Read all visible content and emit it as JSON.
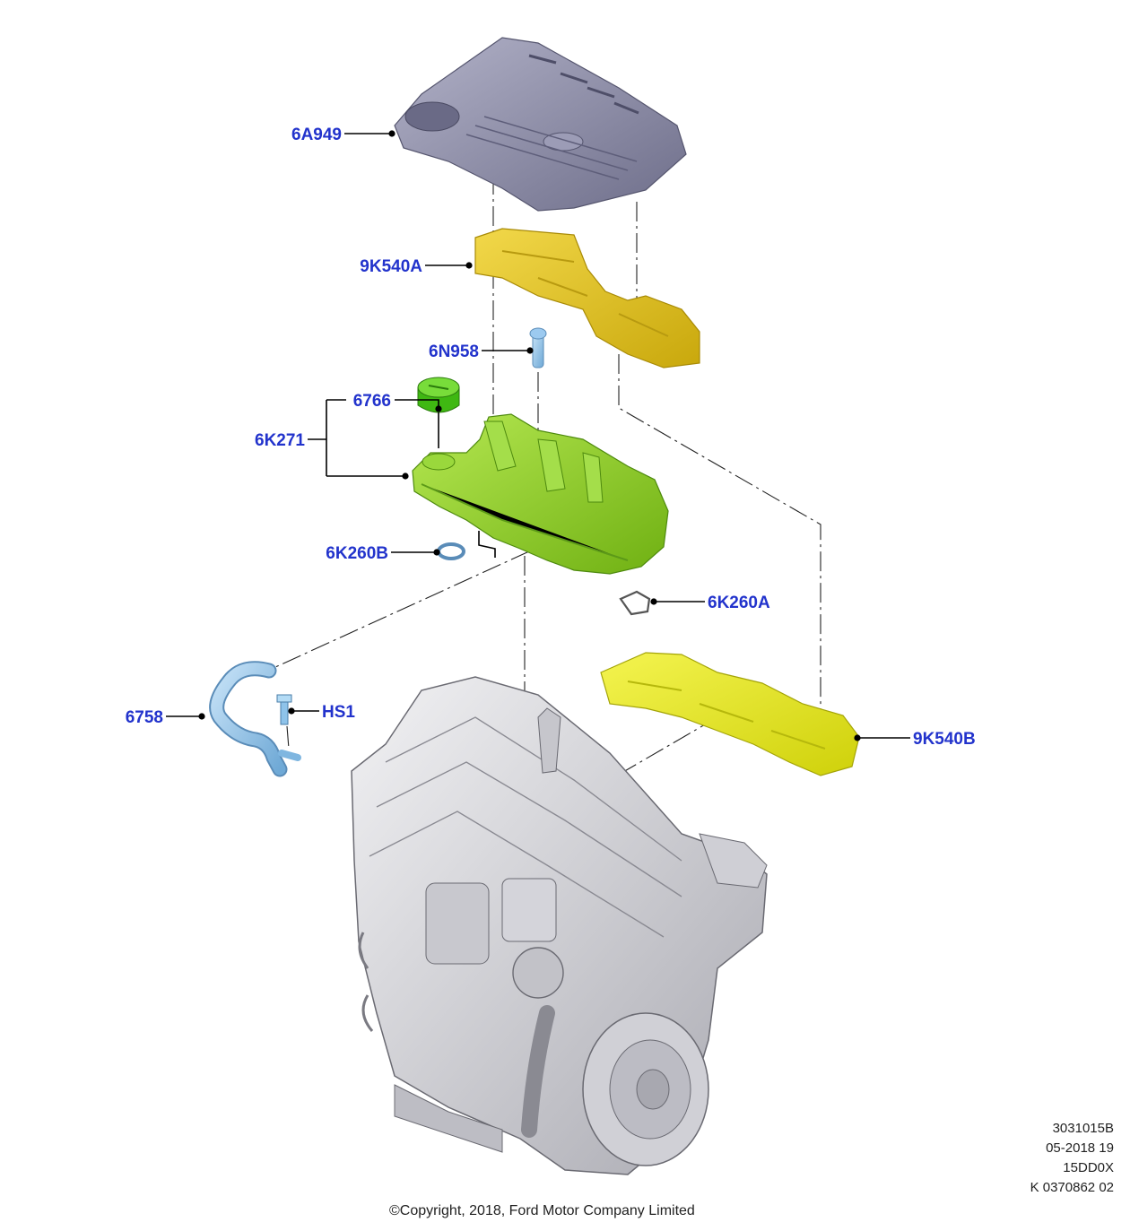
{
  "callouts": {
    "engine_cover": "6A949",
    "insulator_upper": "9K540A",
    "stud": "6N958",
    "oil_filler_cap": "6766",
    "valve_cover": "6K271",
    "seal_small": "6K260B",
    "gasket": "6K260A",
    "breather_hose": "6758",
    "bolt": "HS1",
    "insulator_lower": "9K540B"
  },
  "meta": {
    "illustration_id": "3031015B",
    "date": "05-2018 19",
    "code": "15DD0X",
    "reference": "K 0370862 02"
  },
  "copyright": "©Copyright, 2018, Ford Motor Company Limited",
  "colors": {
    "callout_text": "#2233cc",
    "engine_cover": "#8a8aa6",
    "insulator": "#e3c21a",
    "insulator_lower": "#e6e81a",
    "valve_cover": "#8fd21c",
    "cap": "#55cc22",
    "hose": "#8ec3ea",
    "engine": "#d8d8dc"
  }
}
